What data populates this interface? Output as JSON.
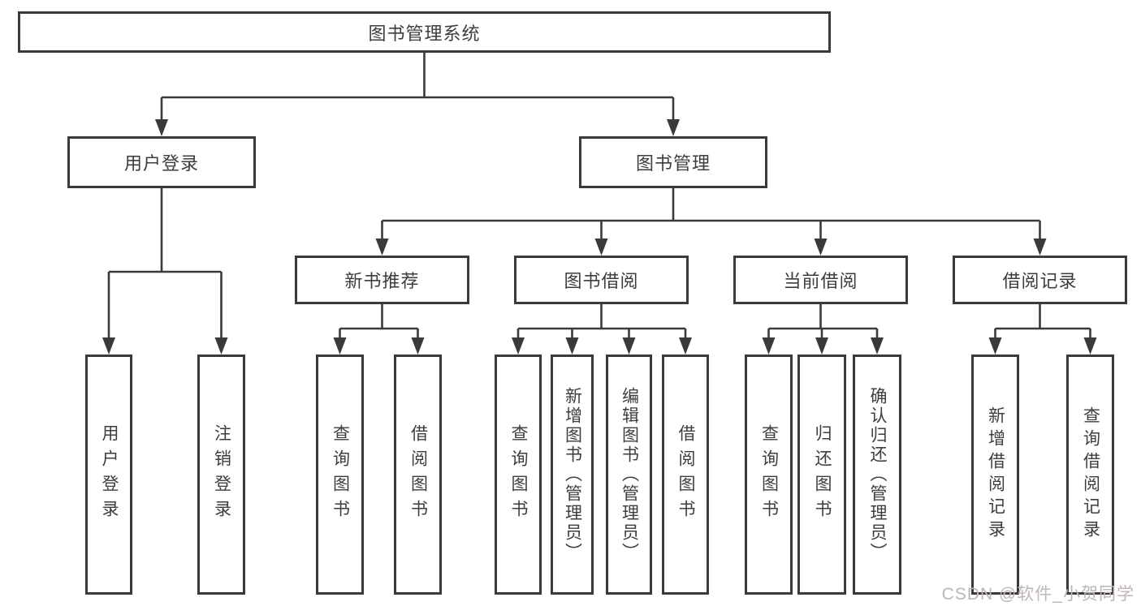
{
  "diagram": {
    "title": "图书管理系统",
    "colors": {
      "line": "#3a3a3a",
      "text": "#3d3d3d",
      "background": "#ffffff",
      "watermark": "#beb5b5"
    },
    "root": {
      "id": "root",
      "label": "图书管理系统",
      "children": [
        {
          "id": "user-login",
          "label": "用户登录",
          "children": [
            {
              "id": "leaf-user-login",
              "label": "用户登录"
            },
            {
              "id": "leaf-logout",
              "label": "注销登录"
            }
          ]
        },
        {
          "id": "book-mgmt",
          "label": "图书管理",
          "children": [
            {
              "id": "new-book-rec",
              "label": "新书推荐",
              "children": [
                {
                  "id": "nbr-query",
                  "label": "查询图书"
                },
                {
                  "id": "nbr-borrow",
                  "label": "借阅图书"
                }
              ]
            },
            {
              "id": "book-borrow",
              "label": "图书借阅",
              "children": [
                {
                  "id": "bb-query",
                  "label": "查询图书"
                },
                {
                  "id": "bb-add",
                  "label": "新增图书（管理员）"
                },
                {
                  "id": "bb-edit",
                  "label": "编辑图书（管理员）"
                },
                {
                  "id": "bb-borrow",
                  "label": "借阅图书"
                }
              ]
            },
            {
              "id": "current-borrow",
              "label": "当前借阅",
              "children": [
                {
                  "id": "cb-query",
                  "label": "查询图书"
                },
                {
                  "id": "cb-return",
                  "label": "归还图书"
                },
                {
                  "id": "cb-confirm",
                  "label": "确认归还（管理员）"
                }
              ]
            },
            {
              "id": "borrow-record",
              "label": "借阅记录",
              "children": [
                {
                  "id": "br-add",
                  "label": "新增借阅记录"
                },
                {
                  "id": "br-query",
                  "label": "查询借阅记录"
                }
              ]
            }
          ]
        }
      ]
    }
  },
  "watermark": "CSDN @软件_小贺同学"
}
